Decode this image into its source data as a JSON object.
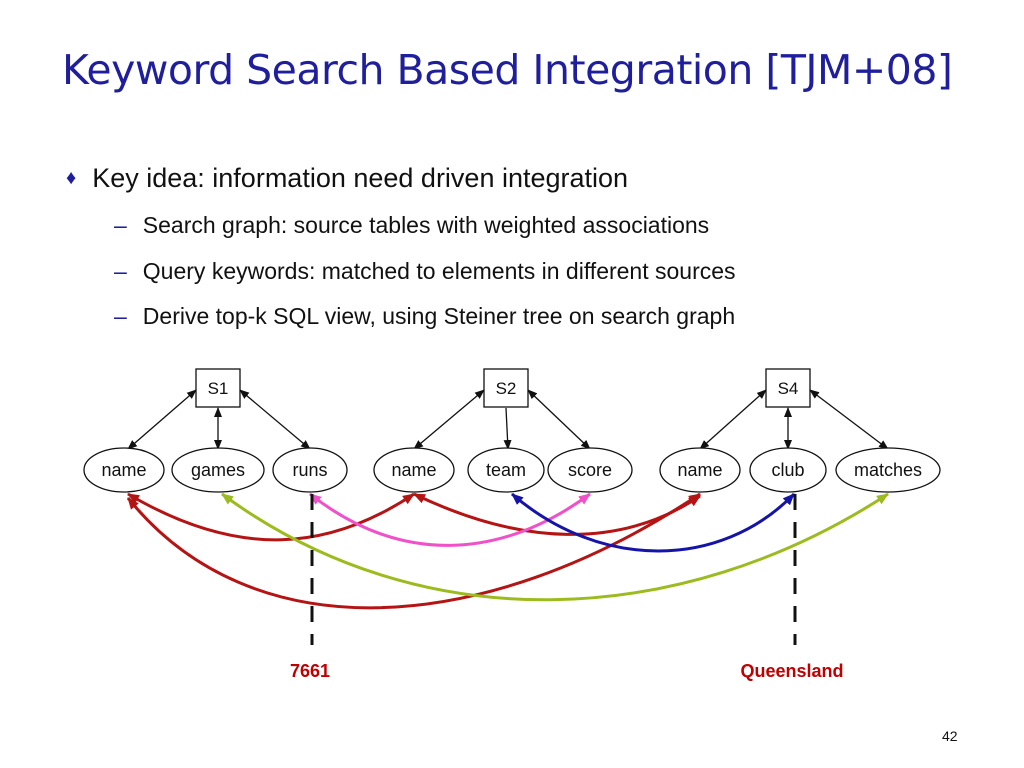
{
  "slide": {
    "title": "Keyword Search Based Integration [TJM+08]",
    "bullet_mark": "♦",
    "bullet": "Key idea: information need driven integration",
    "sub_dash": "–",
    "subs": [
      "Search graph: source tables with weighted associations",
      "Query keywords: matched to elements in different sources",
      "Derive top-k SQL view, using Steiner tree on search graph"
    ],
    "page_number": "42"
  },
  "diagram": {
    "sources": [
      "S1",
      "S2",
      "S4"
    ],
    "attributes": [
      "name",
      "games",
      "runs",
      "name",
      "team",
      "score",
      "name",
      "club",
      "matches"
    ],
    "keywords": [
      "7661",
      "Queensland"
    ],
    "colors": {
      "red": "#b41414",
      "pink": "#f050c8",
      "green": "#9bbb1e",
      "blue": "#1414a8",
      "keyword": "#c00000"
    }
  }
}
